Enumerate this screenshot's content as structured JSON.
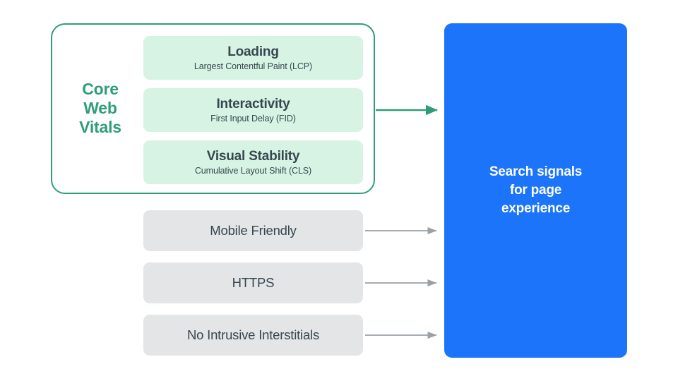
{
  "diagram": {
    "title_group": {
      "label": "Core\nWeb\nVitals",
      "accent_color": "#2E9E78"
    },
    "metrics": [
      {
        "name": "loading",
        "title": "Loading",
        "subtitle": "Largest Contentful Paint (LCP)",
        "color": "#D6F3E4"
      },
      {
        "name": "interactivity",
        "title": "Interactivity",
        "subtitle": "First Input Delay (FID)",
        "color": "#D6F3E4"
      },
      {
        "name": "visual-stability",
        "title": "Visual Stability",
        "subtitle": "Cumulative Layout Shift (CLS)",
        "color": "#D6F3E4"
      }
    ],
    "signals": [
      {
        "name": "mobile-friendly",
        "title": "Mobile Friendly",
        "color": "#E4E5E7"
      },
      {
        "name": "https",
        "title": "HTTPS",
        "color": "#E4E5E7"
      },
      {
        "name": "no-intrusive-interstitials",
        "title": "No Intrusive Interstitials",
        "color": "#E4E5E7"
      }
    ],
    "output": {
      "label": "Search signals\nfor page\nexperience",
      "color": "#1B74FA",
      "text_color": "#FFFFFF"
    },
    "connectors": {
      "core_web_vitals_arrow_color": "#2E9E78",
      "signal_arrow_color": "#9AA0A6"
    }
  }
}
